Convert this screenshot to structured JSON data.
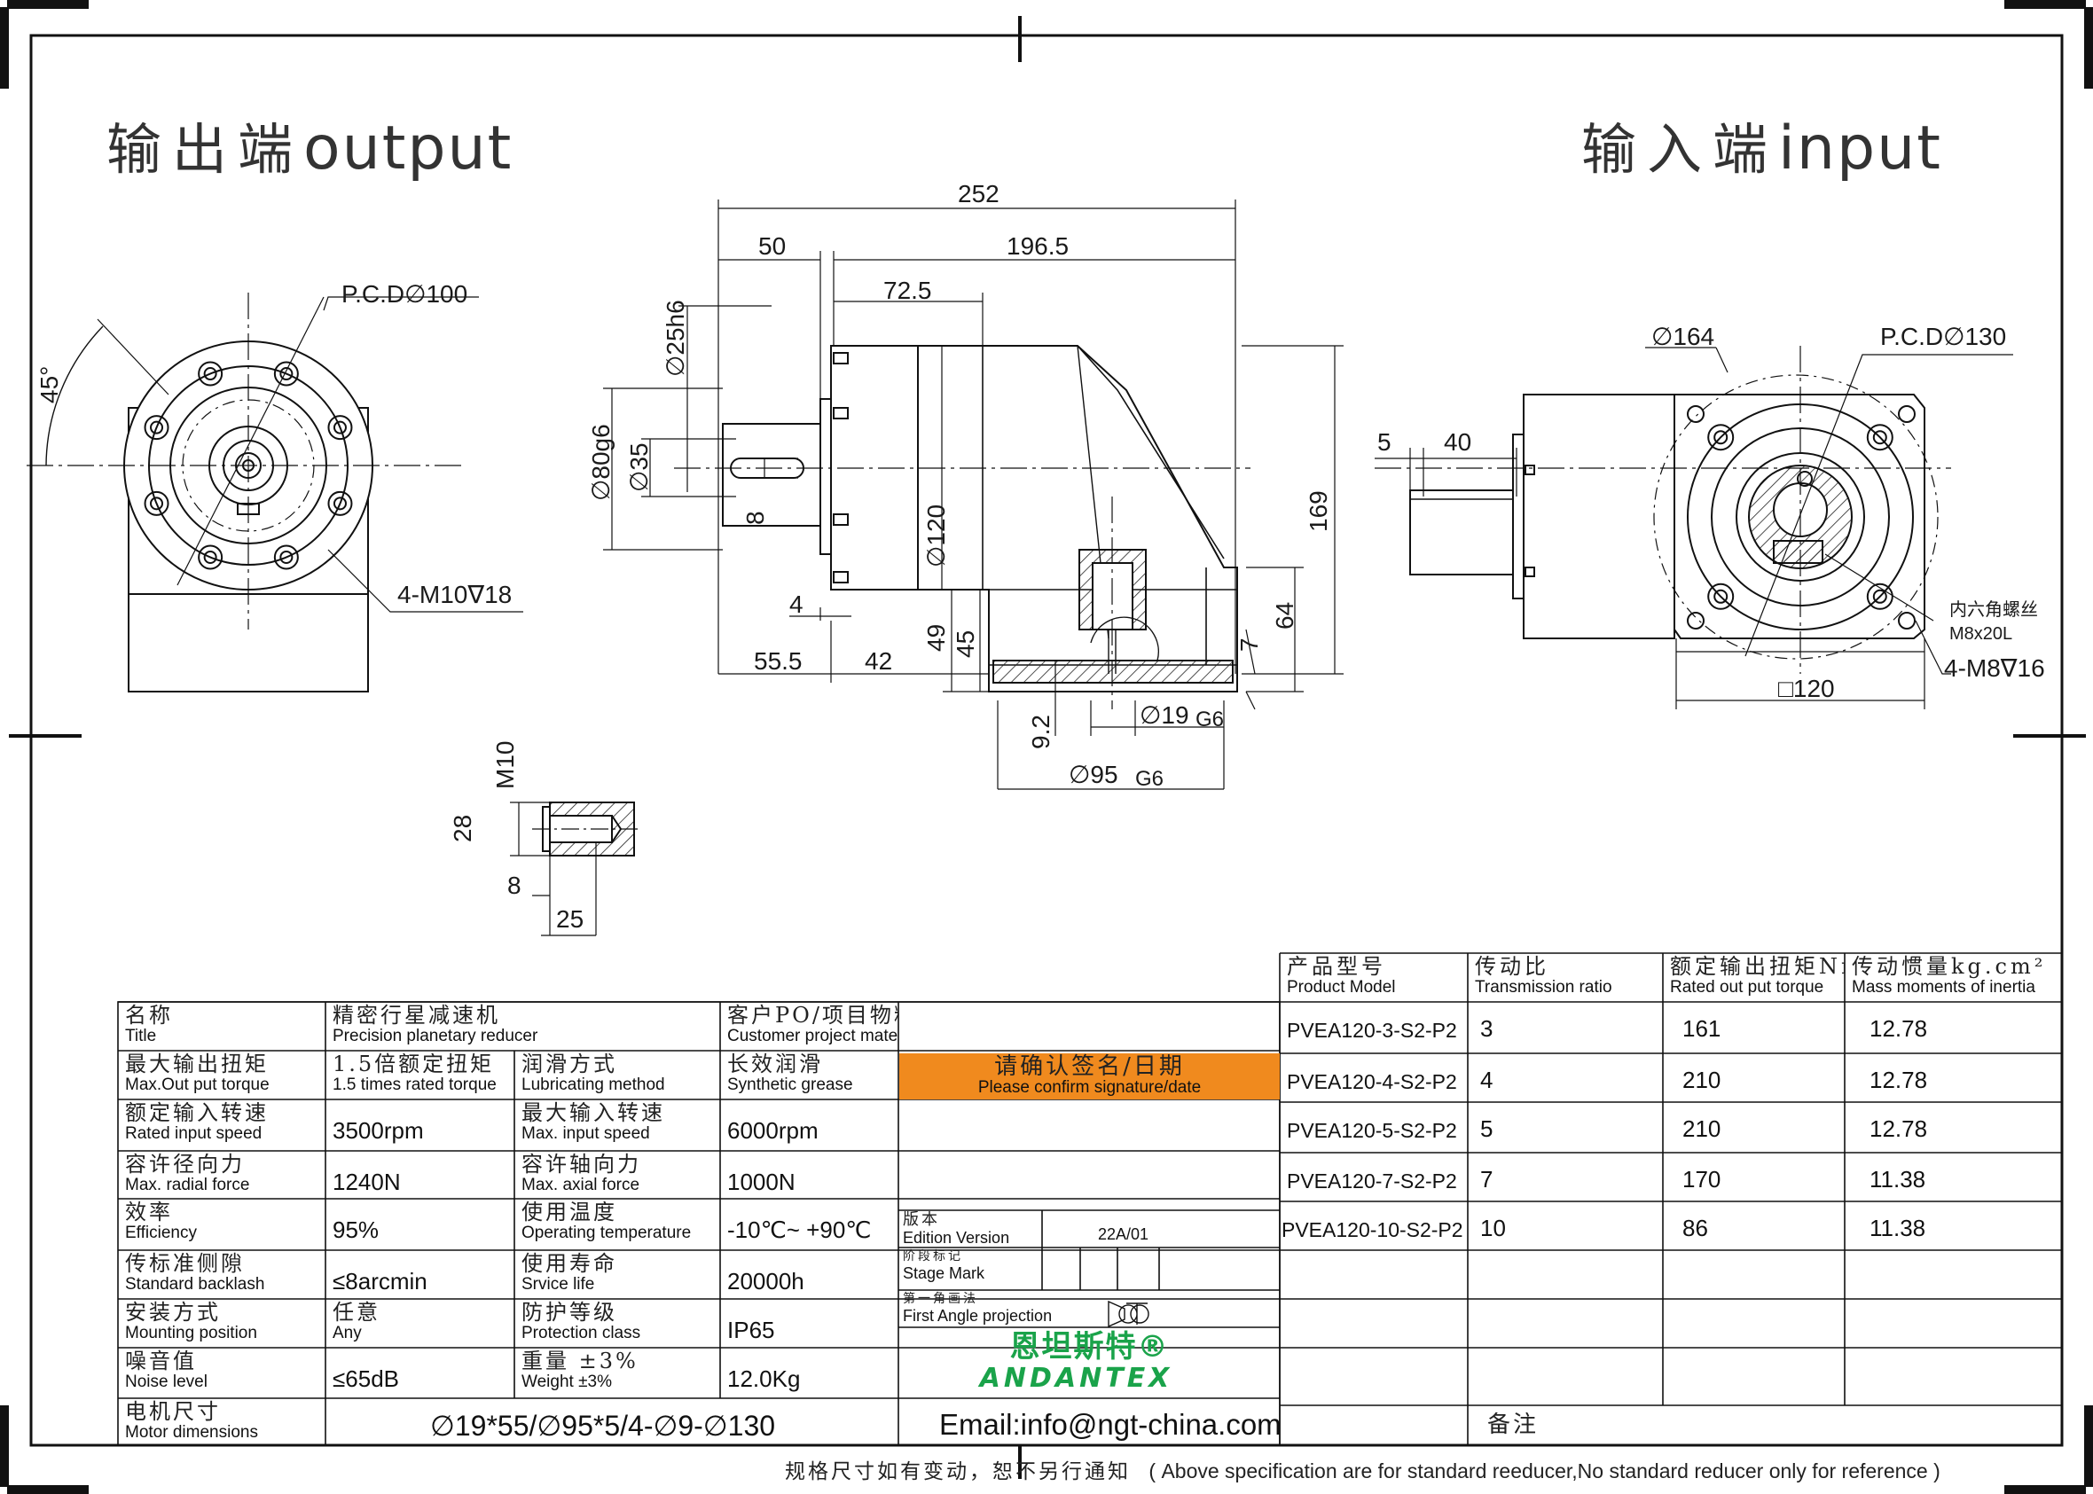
{
  "headings": {
    "output": {
      "zh": "输出端",
      "en": "output"
    },
    "input": {
      "zh": "输入端",
      "en": "input"
    }
  },
  "dims": {
    "pcd100": "P.C.D∅100",
    "angle45": "45°",
    "m10": "4-M10∇18",
    "d252": "252",
    "d50": "50",
    "d196_5": "196.5",
    "d72_5": "72.5",
    "d25": "∅25h6",
    "d80": "∅80g6",
    "d35": "∅35",
    "d8": "8",
    "d120": "∅120",
    "d169": "169",
    "d4": "4",
    "d55_5": "55.5",
    "d42": "42",
    "d49": "49",
    "d45": "45",
    "d7": "7",
    "d64": "64",
    "d9_2": "9.2",
    "d19": "∅19",
    "g6a": "G6",
    "d95": "∅95",
    "g6b": "G6",
    "m10b": "M10",
    "d28": "28",
    "d8b": "8",
    "d25b": "25",
    "d164": "∅164",
    "pcd130": "P.C.D∅130",
    "d5": "5",
    "d40": "40",
    "screw_zh": "内六角螺丝",
    "screw_en": "M8x20L",
    "m8": "4-M8∇16",
    "sq120": "□120"
  },
  "spec_table": {
    "title": {
      "zh": "名称",
      "en": "Title"
    },
    "product": {
      "zh": "精密行星减速机",
      "en": "Precision planetary reducer"
    },
    "customer": {
      "zh": "客户PO/项目物料编码",
      "en": "Customer project material code"
    },
    "rows": [
      {
        "l1zh": "最大输出扭矩",
        "l1en": "Max.Out put torque",
        "v1zh": "1.5倍额定扭矩",
        "v1en": "1.5 times rated torque",
        "l2zh": "润滑方式",
        "l2en": "Lubricating method",
        "v2zh": "长效润滑",
        "v2en": "Synthetic grease"
      },
      {
        "l1zh": "额定输入转速",
        "l1en": "Rated input speed",
        "v1": "3500rpm",
        "l2zh": "最大输入转速",
        "l2en": "Max. input speed",
        "v2": "6000rpm"
      },
      {
        "l1zh": "容许径向力",
        "l1en": "Max. radial force",
        "v1": "1240N",
        "l2zh": "容许轴向力",
        "l2en": "Max. axial force",
        "v2": "1000N"
      },
      {
        "l1zh": "效率",
        "l1en": "Efficiency",
        "v1": "95%",
        "l2zh": "使用温度",
        "l2en": "Operating temperature",
        "v2": "-10℃~ +90℃"
      },
      {
        "l1zh": "传标准侧隙",
        "l1en": "Standard backlash",
        "v1": "≤8arcmin",
        "l2zh": "使用寿命",
        "l2en": "Srvice life",
        "v2": "20000h"
      },
      {
        "l1zh": "安装方式",
        "l1en": "Mounting position",
        "v1zh": "任意",
        "v1en": "Any",
        "l2zh": "防护等级",
        "l2en": "Protection class",
        "v2": "IP65"
      },
      {
        "l1zh": "噪音值",
        "l1en": "Noise level",
        "v1": "≤65dB",
        "l2zh": "重量 ±3%",
        "l2en": "Weight ±3%",
        "v2": "12.0Kg"
      }
    ],
    "motor": {
      "zh": "电机尺寸",
      "en": "Motor dimensions",
      "value": "∅19*55/∅95*5/4-∅9-∅130"
    },
    "confirm": {
      "zh": "请确认签名/日期",
      "en": "Please confirm signature/date"
    },
    "edition": {
      "zh": "版本",
      "en": "Edition Version",
      "value": "22A/01"
    },
    "stage": {
      "zh": "阶段标记",
      "en": "Stage Mark"
    },
    "projection": {
      "zh": "第一角画法",
      "en": "First Angle projection"
    },
    "logo": {
      "zh": "恩坦斯特®",
      "en": "ANDANTEX"
    },
    "email": "Email:info@ngt-china.com",
    "remark": "备注"
  },
  "model_table": {
    "headers": [
      {
        "zh": "产品型号",
        "en": "Product Model"
      },
      {
        "zh": "传动比",
        "en": "Transmission ratio"
      },
      {
        "zh": "额定输出扭矩Nm",
        "en": "Rated out put torque"
      },
      {
        "zh": "传动惯量kg.cm²",
        "en": "Mass moments of inertia"
      }
    ],
    "rows": [
      [
        "PVEA120-3-S2-P2",
        "3",
        "161",
        "12.78"
      ],
      [
        "PVEA120-4-S2-P2",
        "4",
        "210",
        "12.78"
      ],
      [
        "PVEA120-5-S2-P2",
        "5",
        "210",
        "12.78"
      ],
      [
        "PVEA120-7-S2-P2",
        "7",
        "170",
        "11.38"
      ],
      [
        "PVEA120-10-S2-P2",
        "10",
        "86",
        "11.38"
      ]
    ]
  },
  "footer": {
    "zh": "规格尺寸如有变动，恕不另行通知",
    "en": "( Above specification are for standard reeducer,No standard reducer only for reference )"
  }
}
